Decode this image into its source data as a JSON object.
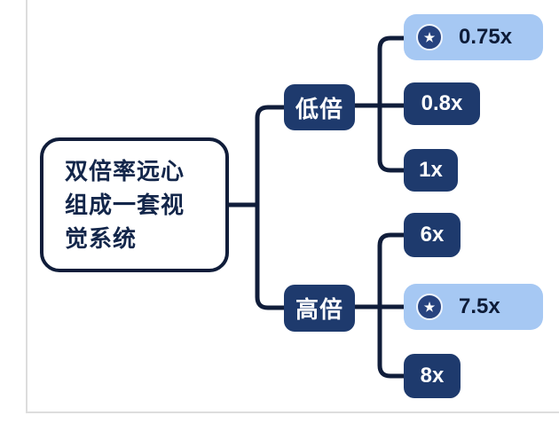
{
  "mindmap": {
    "root": {
      "label": "双倍率远心\n组成一套视\n觉系统"
    },
    "branches": [
      {
        "label": "低倍",
        "children": [
          {
            "label": "0.75x",
            "highlighted": true
          },
          {
            "label": "0.8x",
            "highlighted": false
          },
          {
            "label": "1x",
            "highlighted": false
          }
        ]
      },
      {
        "label": "高倍",
        "children": [
          {
            "label": "6x",
            "highlighted": false
          },
          {
            "label": "7.5x",
            "highlighted": true
          },
          {
            "label": "8x",
            "highlighted": false
          }
        ]
      }
    ],
    "icons": {
      "star": "★"
    },
    "colors": {
      "node_dark_bg": "#1e3a6d",
      "node_light_bg": "#a6c8f3",
      "connector": "#101d3a",
      "root_border": "#101d3a",
      "text_on_dark": "#ffffff",
      "text_on_light": "#0e1c38"
    }
  }
}
